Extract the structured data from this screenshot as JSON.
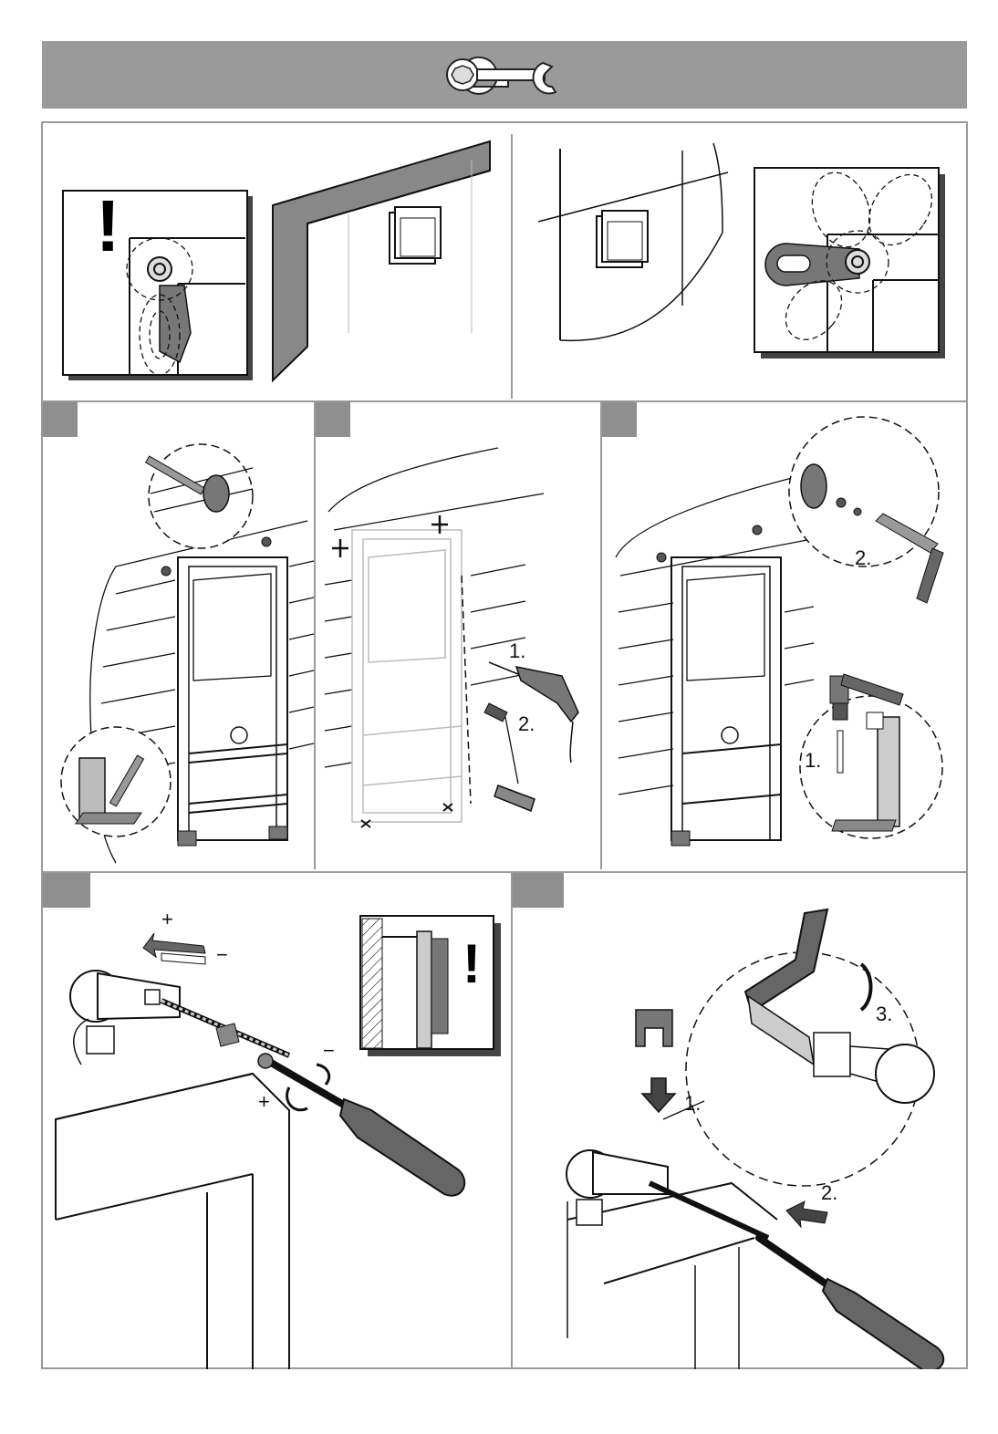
{
  "header": {
    "icon": "wrench-icon"
  },
  "top": {
    "warning_mark": "!",
    "icons": [
      "exclamation-icon"
    ]
  },
  "step2": {
    "drill_label": "1.",
    "dowel_label": "2."
  },
  "step3": {
    "wrench_label": "2.",
    "bolt_label": "1."
  },
  "step4": {
    "plus_top": "+",
    "minus_top": "−",
    "minus_screw": "−",
    "plus_screw": "+",
    "warning_mark": "!"
  },
  "step5": {
    "clip_label": "1.",
    "push_label": "2.",
    "turn_label": "3."
  }
}
